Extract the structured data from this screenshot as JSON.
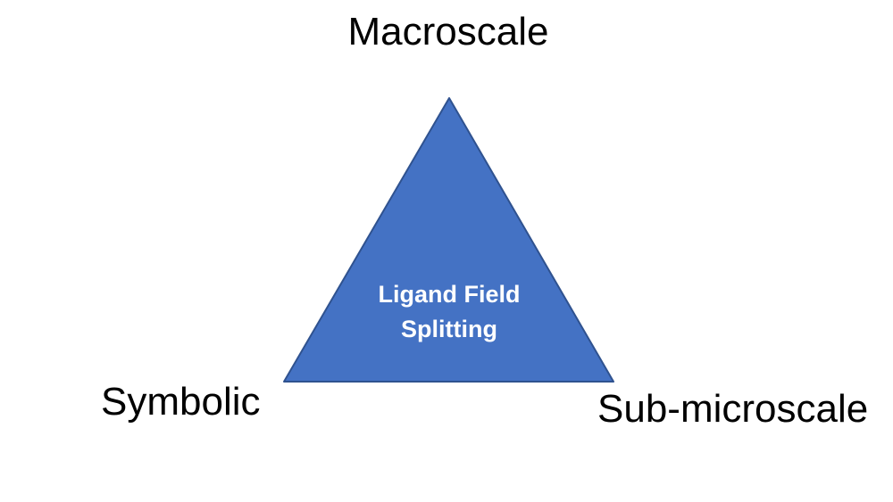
{
  "diagram": {
    "vertex_labels": {
      "top": "Macroscale",
      "bottom_left": "Symbolic",
      "bottom_right": "Sub-microscale"
    },
    "triangle": {
      "label_line1": "Ligand Field",
      "label_line2": "Splitting",
      "fill_color": "#4472C4",
      "border_color": "#2F528F",
      "label_text_color": "#FFFFFF"
    },
    "corner_label_color": "#000000",
    "background_color": "#FFFFFF"
  }
}
